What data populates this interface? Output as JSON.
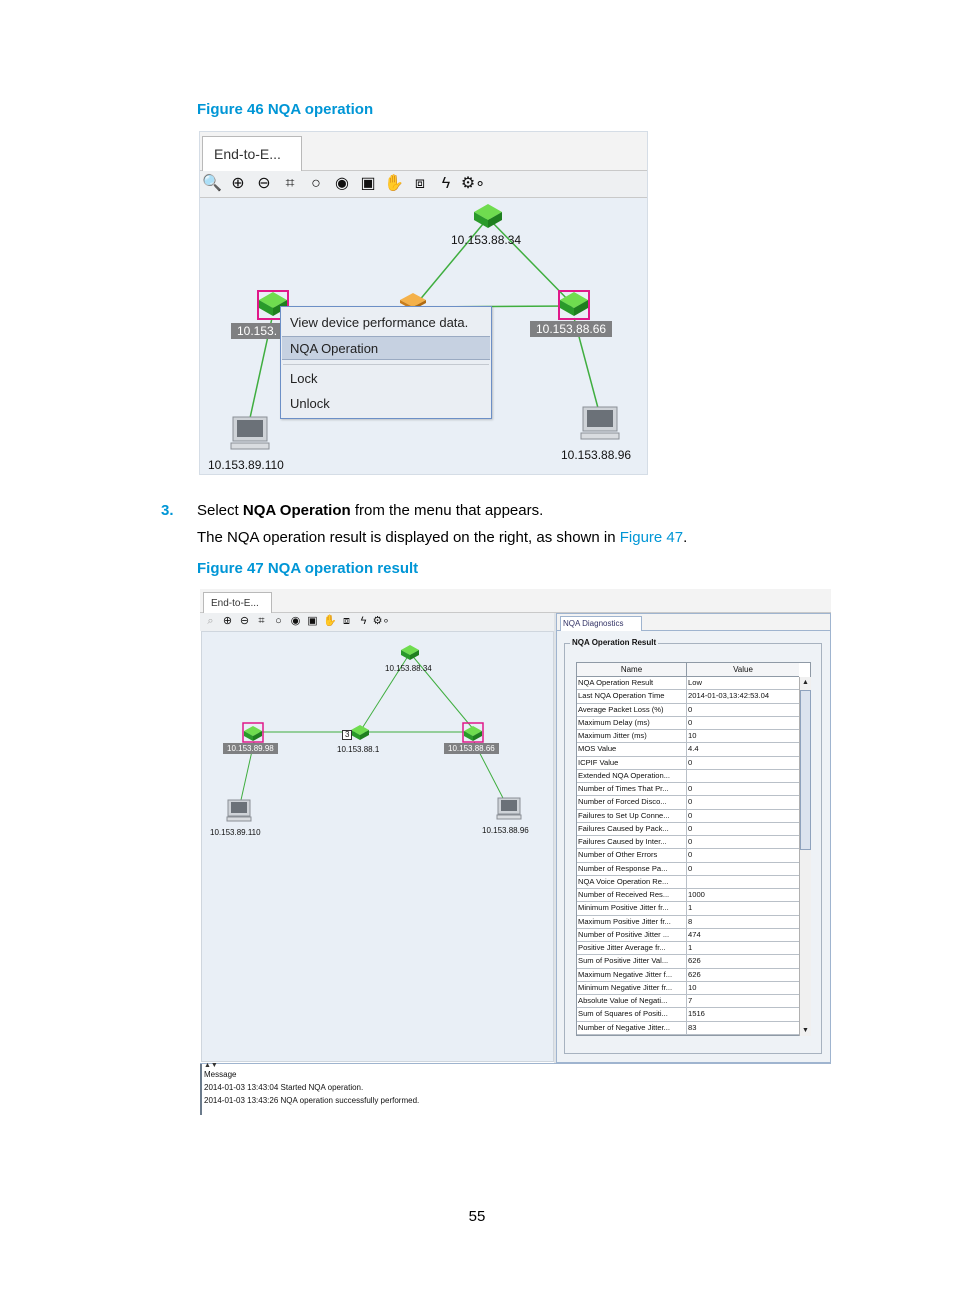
{
  "document": {
    "figure46_caption": "Figure 46 NQA operation",
    "step_number": "3.",
    "step_pre": "Select ",
    "step_bold": "NQA Operation",
    "step_post": " from the menu that appears.",
    "result_pre": "The NQA operation result is displayed on the right, as shown in ",
    "result_link": "Figure 47",
    "result_post": ".",
    "figure47_caption": "Figure 47 NQA operation result",
    "page_number": "55"
  },
  "fig46": {
    "tab_label": "End-to-E...",
    "toolbar_icons": [
      "zoom-reset-icon",
      "zoom-in-icon",
      "zoom-out-icon",
      "zoom-fit-icon",
      "zoom-icon",
      "eye-icon",
      "select-area-icon",
      "hand-icon",
      "fit-screen-icon",
      "lightning-icon",
      "settings-icon"
    ],
    "nodes": {
      "top": "10.153.88.34",
      "left": "10.153.",
      "right": "10.153.88.66",
      "pc_left": "10.153.89.110",
      "pc_right": "10.153.88.96"
    },
    "context_menu": {
      "items": [
        "View device performance data.",
        "NQA Operation",
        "Lock",
        "Unlock"
      ],
      "selected": "NQA Operation"
    },
    "colors": {
      "link": "#3fae3f",
      "highlight": "#e0188a",
      "device": "#2fae2f"
    }
  },
  "fig47": {
    "tab_label": "End-to-E...",
    "toolbar_icons": [
      "zoom-reset-icon",
      "zoom-in-icon",
      "zoom-out-icon",
      "zoom-fit-icon",
      "zoom-icon",
      "eye-icon",
      "select-area-icon",
      "hand-icon",
      "fit-screen-icon",
      "lightning-icon",
      "settings-icon"
    ],
    "nodes": {
      "top": "10.153.88.34",
      "left": "10.153.89.98",
      "middle": "10.153.88.1",
      "middle_badge": "3",
      "right": "10.153.88.66",
      "pc_left": "10.153.89.110",
      "pc_right": "10.153.88.96"
    },
    "diagnostics": {
      "tab_label": "NQA Diagnostics",
      "group_title": "NQA Operation Result",
      "columns": [
        "Name",
        "Value"
      ],
      "rows": [
        [
          "NQA Operation Result",
          "Low"
        ],
        [
          "Last NQA Operation Time",
          "2014-01-03,13:42:53.04"
        ],
        [
          "Average Packet Loss (%)",
          "0"
        ],
        [
          "Maximum Delay (ms)",
          "0"
        ],
        [
          "Maximum Jitter (ms)",
          "10"
        ],
        [
          "MOS Value",
          "4.4"
        ],
        [
          "ICPIF Value",
          "0"
        ],
        [
          "Extended NQA Operation...",
          ""
        ],
        [
          "Number of Times That Pr...",
          "0"
        ],
        [
          "Number of Forced Disco...",
          "0"
        ],
        [
          "Failures to Set Up Conne...",
          "0"
        ],
        [
          "Failures Caused by Pack...",
          "0"
        ],
        [
          "Failures Caused by Inter...",
          "0"
        ],
        [
          "Number of Other Errors",
          "0"
        ],
        [
          "Number of Response Pa...",
          "0"
        ],
        [
          "NQA Voice Operation Re...",
          ""
        ],
        [
          "Number of Received Res...",
          "1000"
        ],
        [
          "Minimum Positive Jitter fr...",
          "1"
        ],
        [
          "Maximum Positive Jitter fr...",
          "8"
        ],
        [
          "Number of Positive Jitter ...",
          "474"
        ],
        [
          "Positive Jitter Average fr...",
          "1"
        ],
        [
          "Sum of Positive Jitter Val...",
          "626"
        ],
        [
          "Maximum Negative Jitter f...",
          "626"
        ],
        [
          "Minimum Negative Jitter fr...",
          "10"
        ],
        [
          "Absolute Value of Negati...",
          "7"
        ],
        [
          "Sum of Squares of Positi...",
          "1516"
        ],
        [
          "Number of Negative Jitter...",
          "83"
        ]
      ]
    },
    "messages": {
      "header": "Message",
      "lines": [
        "2014-01-03 13:43:04 Started NQA operation.",
        "2014-01-03 13:43:26 NQA operation successfully performed."
      ]
    }
  }
}
